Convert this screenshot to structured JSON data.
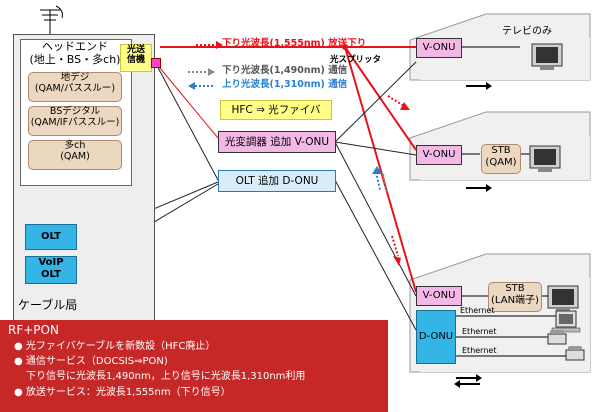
{
  "station": {
    "headend_title": "ヘッドエンド\n(地上・BS・多ch)",
    "boxes": [
      "地デジ\n(QAM/パススルー)",
      "BSデジタル\n(QAM/IFパススルー)",
      "多ch\n(QAM)"
    ],
    "optical_tx": "光送\n信機",
    "olt": "OLT",
    "voip_olt": "VoIP\nOLT",
    "label": "ケーブル局"
  },
  "signals": {
    "down_broadcast": "下り光波長(1,555nm)  放送下り",
    "splitter": "光スプリッタ",
    "down_comm": "下り光波長(1,490nm)  通信",
    "up_comm": "上り光波長(1,310nm)  通信"
  },
  "center": {
    "hfc": "HFC ⇒ 光ファイバ",
    "modulator": "光変調器  追加  V-ONU",
    "olt_add": "OLT  追加  D-ONU"
  },
  "homes": {
    "h1": {
      "vonu": "V-ONU",
      "tv": "テレビのみ"
    },
    "h2": {
      "vonu": "V-ONU",
      "stb": "STB\n(QAM)"
    },
    "h3": {
      "vonu": "V-ONU",
      "donu": "D-ONU",
      "stb": "STB\n(LAN端子)",
      "ethernet": [
        "Ethernet",
        "Ethernet",
        "Ethernet"
      ]
    }
  },
  "summary": {
    "title": "RF+PON",
    "lines": [
      "●  光ファイバケーブルを新数設（HFC廃止）",
      "●  通信サービス（DOCSIS⇒PON)",
      "下り信号に光波長1,490nm，上り信号に光波長1,310nm利用",
      "●  放送サービス：光波長1,555nm（下り信号）"
    ]
  },
  "colors": {
    "red": "#e8121b",
    "gray_arrow": "#888888",
    "blue_arrow": "#2a80d0",
    "onu_pink": "#f3b8e6"
  }
}
